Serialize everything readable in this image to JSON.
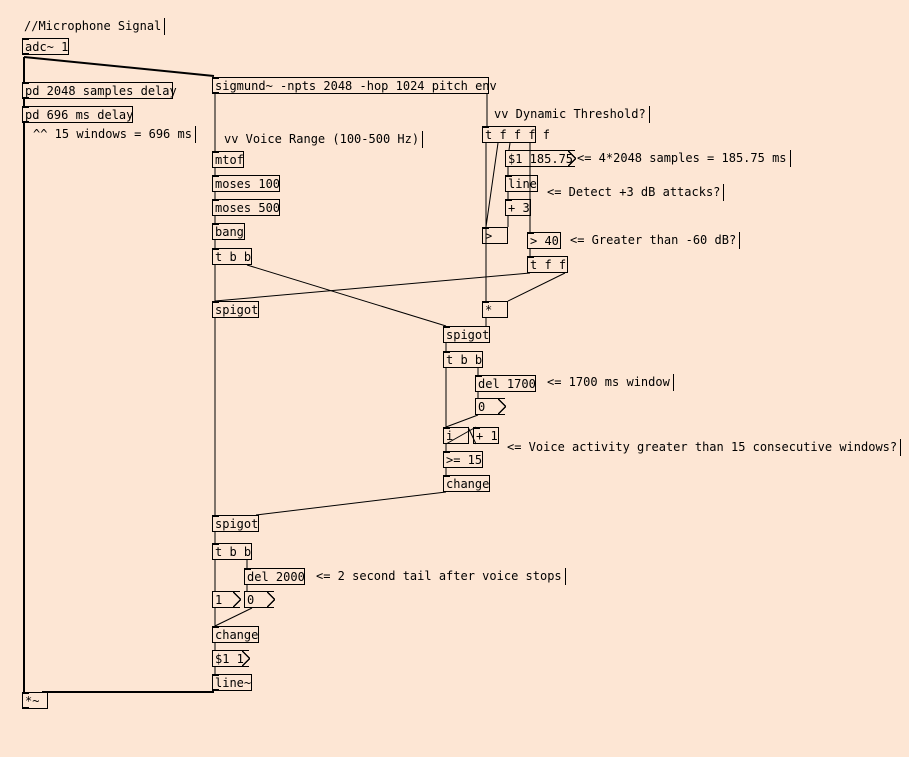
{
  "comments": {
    "microphone_signal": "//Microphone Signal",
    "windows_696": "^^ 15 windows = 696 ms",
    "voice_range": "vv Voice Range (100-500 Hz)",
    "dynamic_threshold": "vv Dynamic Threshold?",
    "samples_185": "<= 4*2048 samples = 185.75 ms",
    "detect_attacks": "<= Detect +3 dB attacks?",
    "greater_than_60": "<= Greater than -60 dB?",
    "window_1700": "<= 1700 ms window",
    "voice_activity": "<= Voice activity greater than 15 consecutive windows?",
    "tail_2sec": "<= 2 second tail after voice stops"
  },
  "objects": {
    "adc": "adc~ 1",
    "pd_samples_delay": "pd 2048 samples delay",
    "pd_ms_delay": "pd 696 ms delay",
    "sigmund": "sigmund~ -npts 2048 -hop 1024 pitch env",
    "mtof": "mtof",
    "moses_100": "moses 100",
    "moses_500": "moses 500",
    "bang": "bang",
    "t_b_b_1": "t b b",
    "spigot_1": "spigot",
    "t_f_f_f_f": "t f f f f",
    "line": "line",
    "plus_3": "+ 3",
    "greater": ">",
    "gt_40": "> 40",
    "t_f_f": "t f f",
    "multiply": "*",
    "spigot_2": "spigot",
    "t_b_b_2": "t b b",
    "del_1700": "del 1700",
    "counter_i": "i",
    "plus_1": "+ 1",
    "gte_15": ">= 15",
    "change_1": "change",
    "spigot_3": "spigot",
    "t_b_b_3": "t b b",
    "del_2000": "del 2000",
    "change_2": "change",
    "line_tilde": "line~",
    "mult_tilde": "*~"
  },
  "messages": {
    "msg_185": "$1 185.75",
    "msg_0_a": "0",
    "msg_1": "1",
    "msg_0_b": "0",
    "msg_1_1": "$1 1"
  }
}
